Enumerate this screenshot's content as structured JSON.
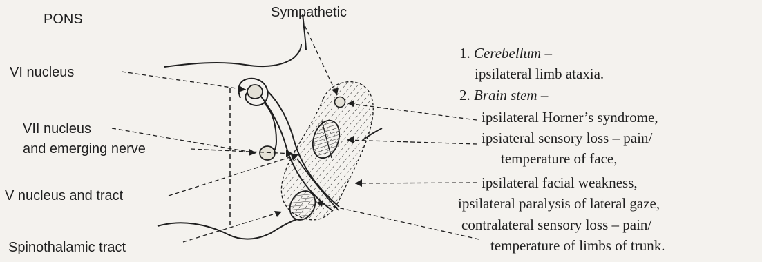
{
  "labels": {
    "title": "PONS",
    "sympathetic": "Sympathetic",
    "vi_nucleus": "VI nucleus",
    "vii_nucleus": "VII nucleus",
    "emerging_nerve": "and emerging nerve",
    "v_nucleus": "V nucleus and tract",
    "spinothalamic": "Spinothalamic tract"
  },
  "findings": {
    "item1_number": "1.",
    "item1_title": "Cerebellum",
    "item1_dash": " –",
    "item1_line": "ipsilateral limb ataxia.",
    "item2_number": "2.",
    "item2_title": "Brain stem",
    "item2_dash": " –",
    "lines": [
      "ipsilateral Horner’s syndrome,",
      "ipsiateral sensory loss – pain/",
      "temperature of face,",
      "ipsilateral facial weakness,",
      "ipsilateral paralysis of lateral gaze,",
      "contralateral sensory loss – pain/",
      "temperature of limbs of trunk."
    ]
  },
  "colors": {
    "ink": "#1f1f1f",
    "background": "#f4f2ee",
    "structure_fill": "#e3e0d6"
  }
}
